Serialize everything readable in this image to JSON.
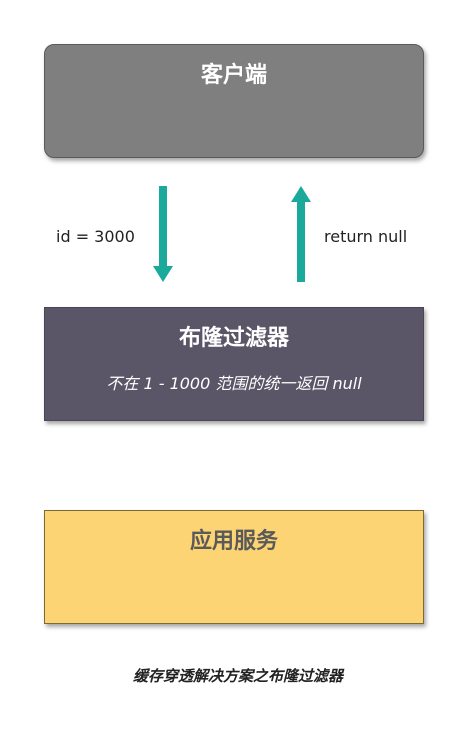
{
  "nodes": {
    "client": {
      "label": "客户端"
    },
    "filter": {
      "label": "布隆过滤器",
      "note": "不在 1 - 1000 范围的统一返回 null"
    },
    "service": {
      "label": "应用服务"
    }
  },
  "edges": {
    "request": {
      "label": "id = 3000"
    },
    "response": {
      "label": "return null"
    }
  },
  "caption": "缓存穿透解决方案之布隆过滤器",
  "colors": {
    "client_fill": "#7f7f7f",
    "filter_fill": "#5a5668",
    "service_fill": "#fdd473",
    "arrow": "#1aa99b"
  }
}
